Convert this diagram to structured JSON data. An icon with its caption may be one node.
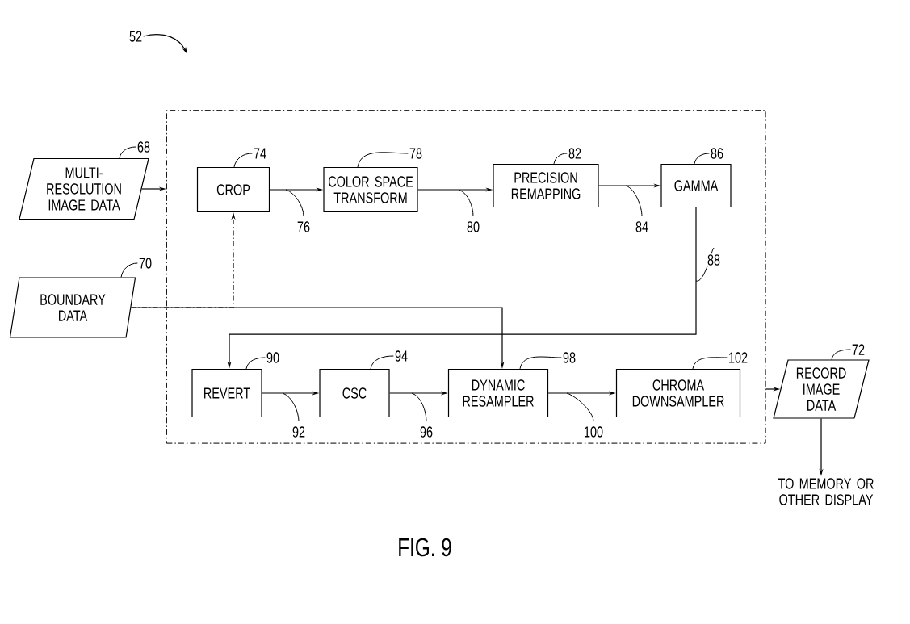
{
  "diagram": {
    "caption": "FIG. 9",
    "nodes": [
      {
        "text": [],
        "shape": "box"
      },
      {
        "text": [
          "MULTI- RESOLUTION IMAGE DATA"
        ]
      },
      {
        "text": [
          "BOUNDARY DATA"
        ]
      },
      {
        "text": [
          "CROP"
        ],
        "in": 0
      },
      {
        "text": [
          "COLOR SPACE TRANSFORM"
        ],
        "in": 0
      },
      {
        "text": [
          "PRECISION REMAPPING"
        ],
        "in": 0
      },
      {
        "text": [
          "GAMMA"
        ],
        "in": 0
      },
      {
        "text": [
          "REVERT"
        ],
        "in": 0
      },
      {
        "text": [
          "CSC"
        ],
        "in": 0
      },
      {
        "text": [
          "DYNAMIC RESAMPLER"
        ],
        "in": 0
      },
      {
        "text": [
          "CHROMA DOWNSAMPLER"
        ],
        "in": 0
      },
      {
        "text": [
          "RECORD IMAGE DATA"
        ]
      },
      {
        "text": [
          "TO MEMORY OR OTHER DISPLAY"
        ]
      },
      {
        "text": [
          "52"
        ]
      },
      {
        "text": [
          "68"
        ]
      },
      {
        "text": [
          "70"
        ]
      },
      {
        "text": [
          "74"
        ],
        "in": 0
      },
      {
        "text": [
          "78"
        ],
        "in": 0
      },
      {
        "text": [
          "82"
        ],
        "in": 0
      },
      {
        "text": [
          "86"
        ],
        "in": 0
      },
      {
        "text": [
          "90"
        ],
        "in": 0
      },
      {
        "text": [
          "94"
        ],
        "in": 0
      },
      {
        "text": [
          "98"
        ],
        "in": 0
      },
      {
        "text": [
          "102"
        ],
        "in": 0
      },
      {
        "text": [
          "72"
        ]
      }
    ],
    "edges": [
      {
        "from": 1,
        "to": 0,
        "arrow": "to"
      },
      {
        "from": 3,
        "to": 4,
        "arrow": "to",
        "label": "76"
      },
      {
        "from": 4,
        "to": 5,
        "arrow": "to",
        "label": "80"
      },
      {
        "from": 5,
        "to": 6,
        "arrow": "to",
        "label": "84"
      },
      {
        "from": 6,
        "to": 7,
        "arrow": "to",
        "label": "88"
      },
      {
        "from": 2,
        "to": 9,
        "arrow": "to"
      },
      {
        "from": 2,
        "to": 3,
        "arrow": "to",
        "style": "dashed"
      },
      {
        "from": 7,
        "to": 8,
        "arrow": "to",
        "label": "92"
      },
      {
        "from": 8,
        "to": 9,
        "arrow": "to",
        "label": "96"
      },
      {
        "from": 9,
        "to": 10,
        "arrow": "to",
        "label": "100"
      },
      {
        "from": 0,
        "to": 11,
        "arrow": "to"
      },
      {
        "from": 11,
        "to": 12,
        "arrow": "to"
      },
      {
        "from": 13,
        "to": null,
        "arrow": "to"
      },
      {
        "from": 14,
        "to": 1,
        "arrow": "none"
      },
      {
        "from": 15,
        "to": 2,
        "arrow": "none"
      },
      {
        "from": 16,
        "to": 3,
        "arrow": "none"
      },
      {
        "from": 17,
        "to": 4,
        "arrow": "none"
      },
      {
        "from": 18,
        "to": 5,
        "arrow": "none"
      },
      {
        "from": 19,
        "to": 6,
        "arrow": "none"
      },
      {
        "from": 20,
        "to": 7,
        "arrow": "none"
      },
      {
        "from": 21,
        "to": 8,
        "arrow": "none"
      },
      {
        "from": 22,
        "to": 9,
        "arrow": "none"
      },
      {
        "from": 23,
        "to": 10,
        "arrow": "none"
      },
      {
        "from": 24,
        "to": 11,
        "arrow": "none"
      }
    ]
  }
}
